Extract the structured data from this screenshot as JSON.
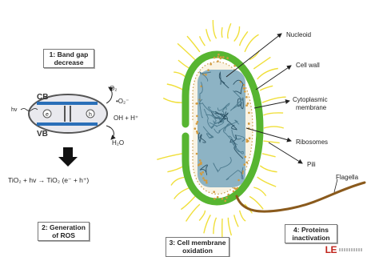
{
  "steps": {
    "step1": [
      "1: Band gap",
      "decrease"
    ],
    "step2": [
      "2: Generation",
      "of ROS"
    ],
    "step3": [
      "3: Cell membrane",
      "oxidation"
    ],
    "step4": [
      "4: Proteins",
      "inactivation"
    ]
  },
  "band": {
    "cb": "CB",
    "vb": "VB",
    "hv": "hv",
    "o2": "O₂",
    "o2_radical": "•O₂⁻",
    "oh": "OH + H⁺",
    "h2o": "H₂O",
    "equation": "TiO₂ + hv  →  TiO₂ (e⁻ + h⁺)"
  },
  "cell_labels": {
    "nucleoid": "Nucleoid",
    "cell_wall": "Cell wall",
    "cytoplasmic": [
      "Cytoplasmic",
      "membrane"
    ],
    "ribosomes": "Ribosomes",
    "pili": "Pili",
    "flagella": "Flagella"
  },
  "logo": {
    "text": "LE"
  },
  "colors": {
    "wall": "#57b531",
    "pili": "#f0df3a",
    "nucleoid": "#8db3c4",
    "ribosome": "#d29a3e",
    "flagella": "#8a5a1c",
    "band_bar": "#2a6fb8"
  }
}
